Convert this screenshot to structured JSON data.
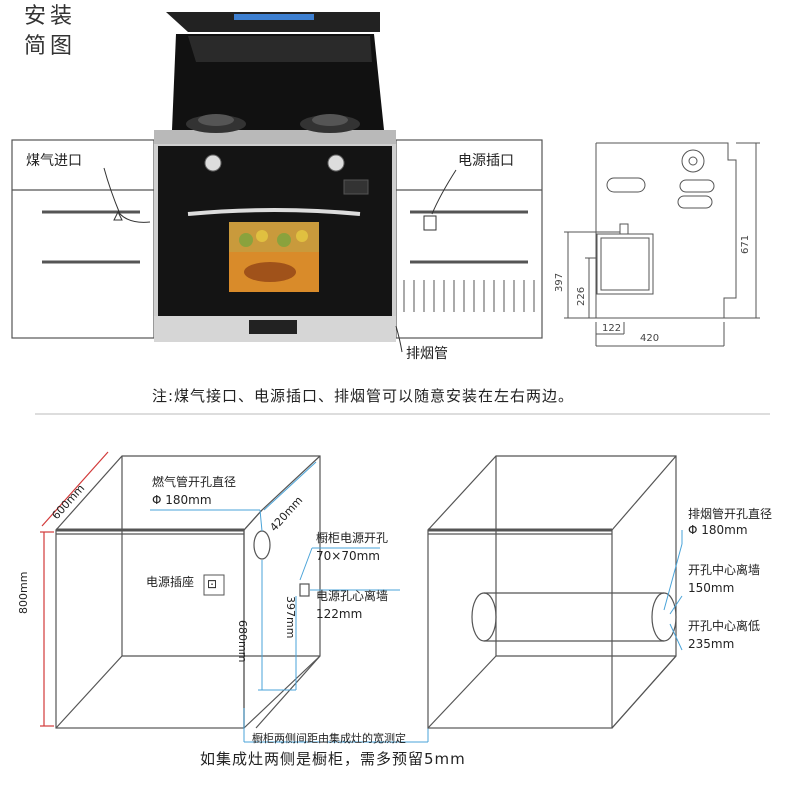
{
  "top": {
    "title_line1": "安装",
    "title_line2": "简图",
    "gas_inlet": "煤气进口",
    "power_socket": "电源插口",
    "exhaust_pipe": "排烟管",
    "note": "注:煤气接口、电源插口、排烟管可以随意安装在左右两边。"
  },
  "side_dims": {
    "d397": "397",
    "d226": "226",
    "d671": "671",
    "d122": "122",
    "d420": "420"
  },
  "bottom": {
    "dim_600": "600mm",
    "dim_800": "800mm",
    "dim_420": "420mm",
    "dim_680": "680mm",
    "dim_397": "397mm",
    "gas_hole_title": "燃气管开孔直径",
    "gas_hole_value": "Φ 180mm",
    "power_outlet": "电源插座",
    "cab_power_hole_title": "橱柜电源开孔",
    "cab_power_hole_value": "70×70mm",
    "power_hole_center_title": "电源孔心离墙",
    "power_hole_center_value": "122mm",
    "width_measure": "橱柜两侧间距由集成灶的宽测定",
    "exhaust_hole_title": "排烟管开孔直径",
    "exhaust_hole_value": "Φ 180mm",
    "hole_from_wall_title": "开孔中心离墙",
    "hole_from_wall_value": "150mm",
    "hole_from_floor_title": "开孔中心离低",
    "hole_from_floor_value": "235mm",
    "reserve_note": "如集成灶两侧是橱柜，需多预留5mm"
  },
  "colors": {
    "guide_blue": "#4aa3d8",
    "dim_red": "#d23a3a",
    "cabinet_line": "#555555",
    "stove_black": "#1a1a1a",
    "steel": "#c8c8c8"
  }
}
